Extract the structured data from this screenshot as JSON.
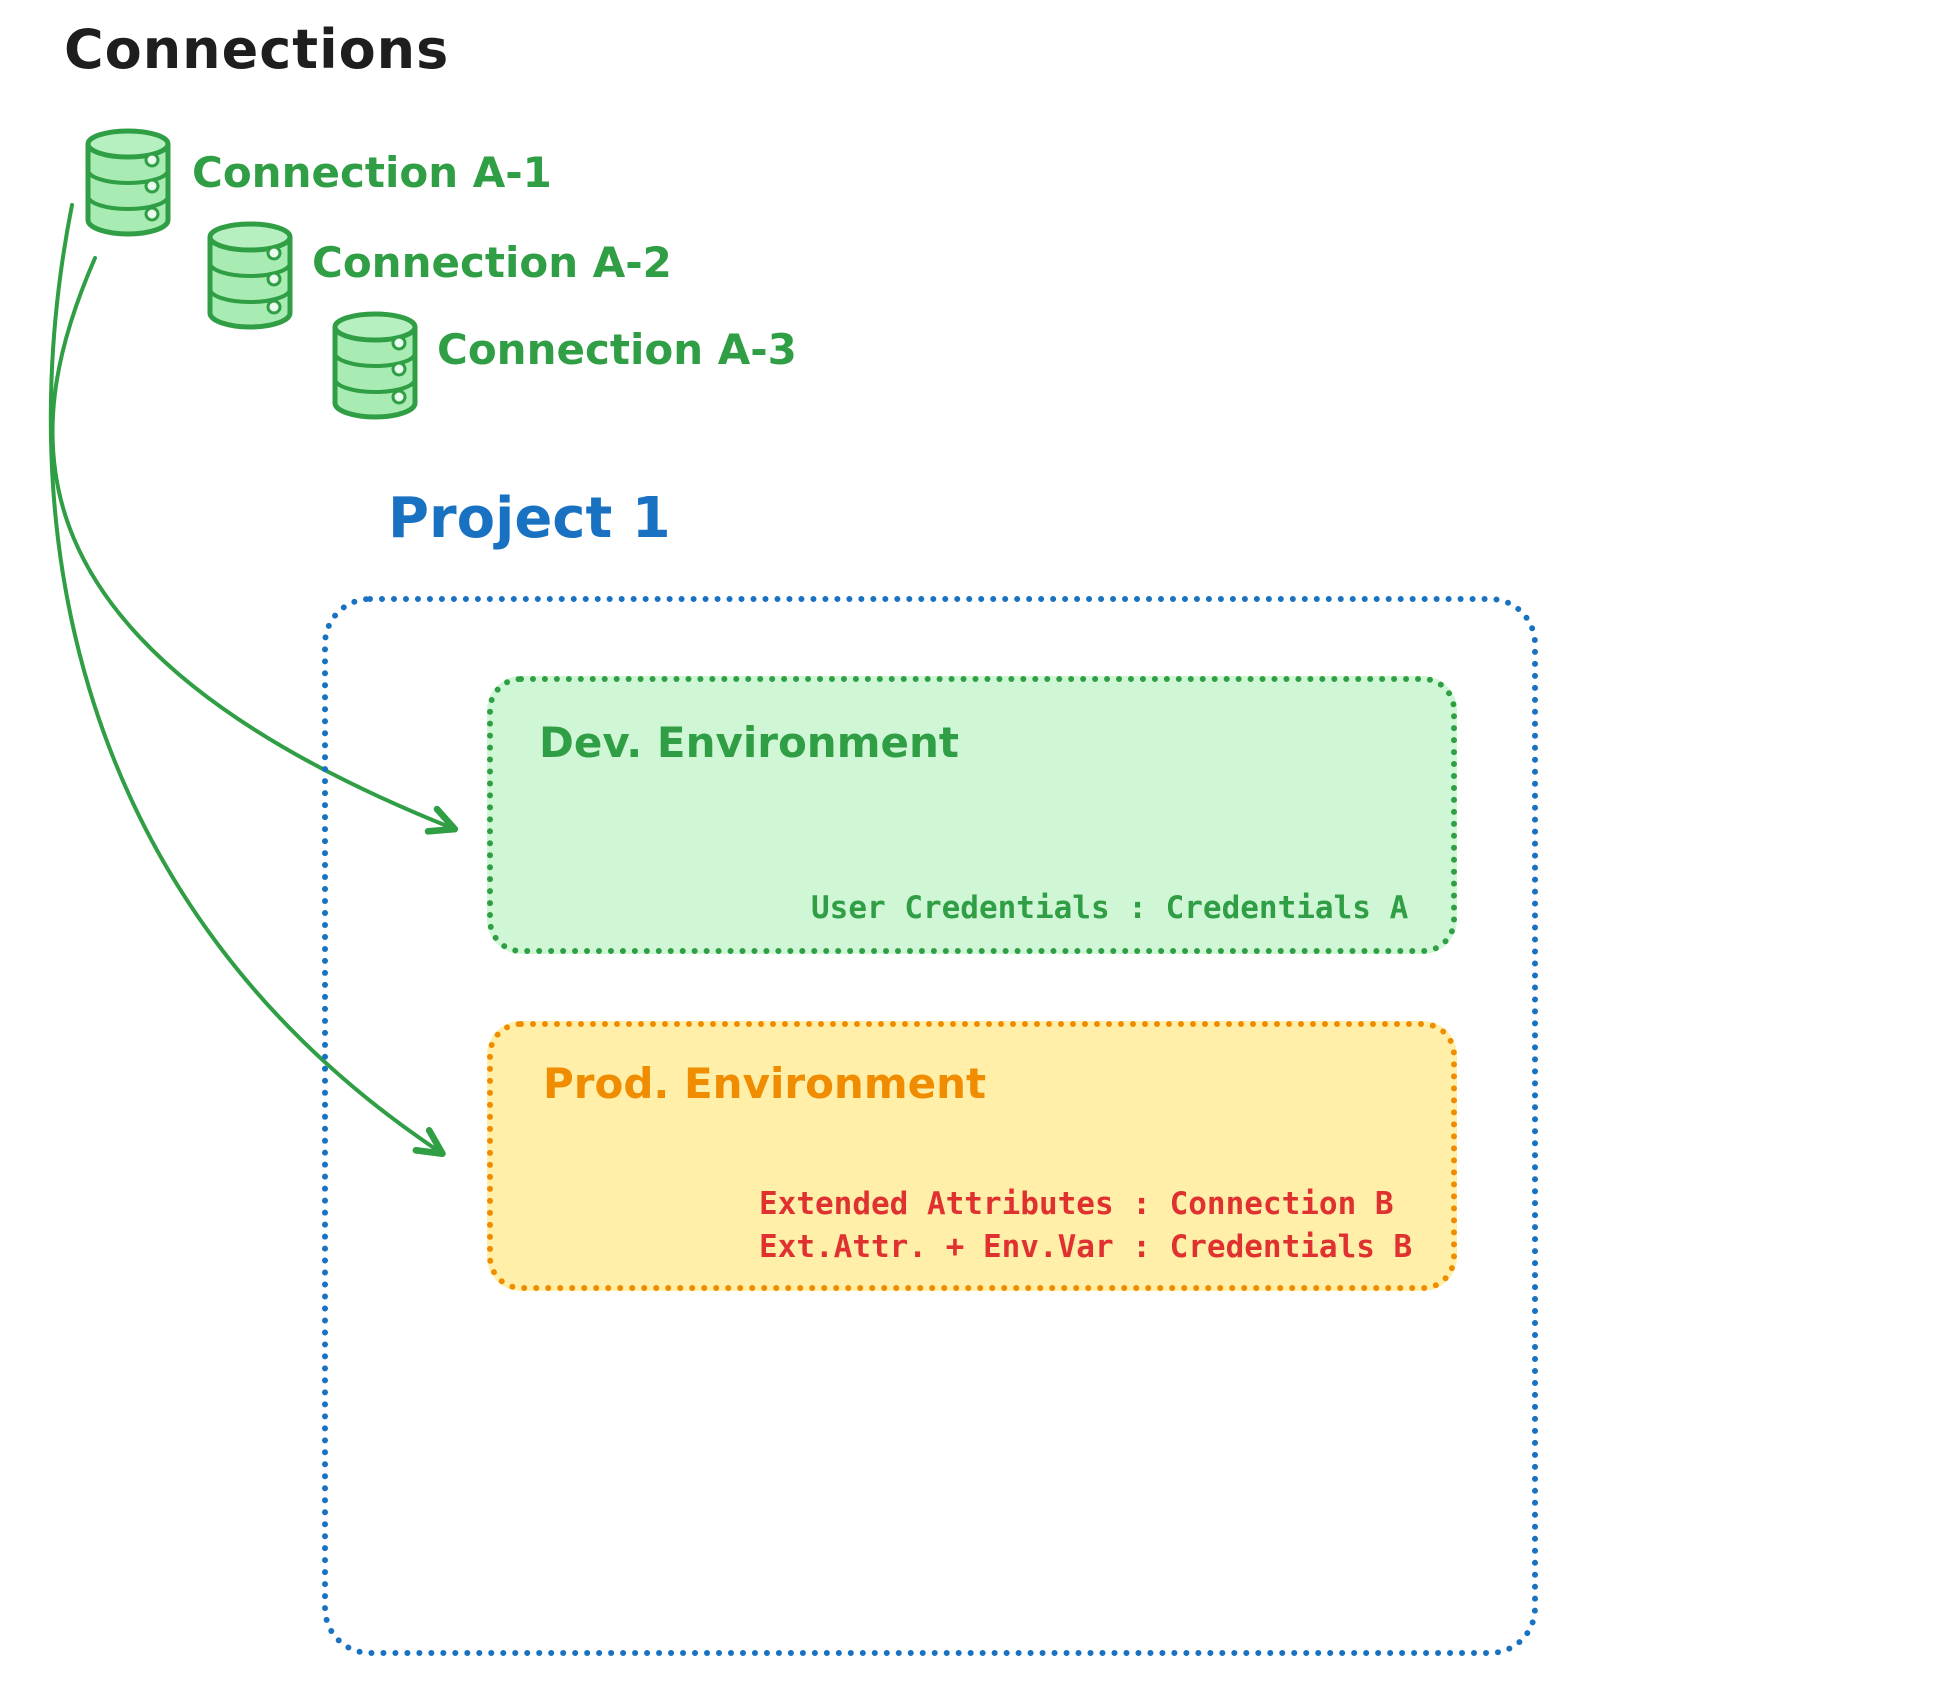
{
  "title": "Connections",
  "connections": [
    {
      "label": "Connection A-1"
    },
    {
      "label": "Connection A-2"
    },
    {
      "label": "Connection A-3"
    }
  ],
  "project": {
    "title": "Project 1",
    "dev_environment": {
      "title": "Dev. Environment",
      "credentials_line": "User Credentials : Credentials A"
    },
    "prod_environment": {
      "title": "Prod. Environment",
      "attributes_line": "Extended Attributes : Connection B",
      "credentials_line": "Ext.Attr. + Env.Var : Credentials B"
    }
  },
  "colors": {
    "title_black": "#1e1e1e",
    "connection_green": "#2f9e44",
    "database_fill_green": "#a8ecb4",
    "project_blue": "#1971c2",
    "dev_fill_green": "#b2f2bb",
    "prod_border_orange": "#f08c00",
    "prod_fill_yellow": "#ffec99",
    "prod_text_red": "#e03131"
  }
}
